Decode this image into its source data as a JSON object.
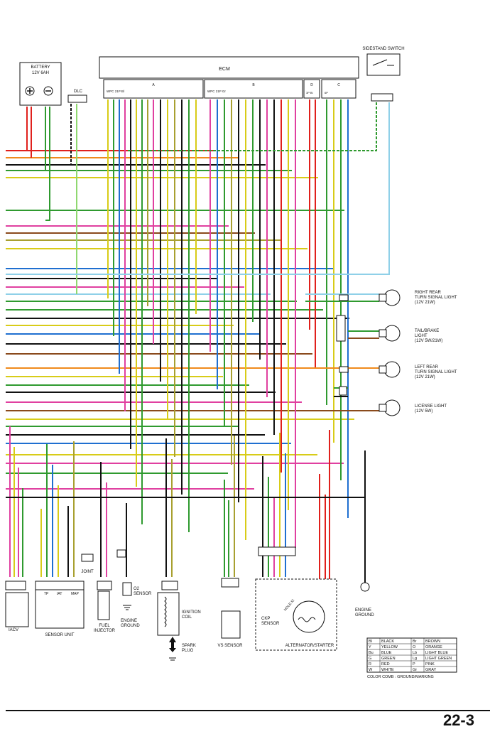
{
  "page_number": "22-3",
  "components": {
    "battery": {
      "label": "BATTERY",
      "rating": "12V 6AH"
    },
    "dlc": {
      "label": "DLC"
    },
    "ecm": {
      "label": "ECM",
      "connectors": [
        "A",
        "B",
        "D",
        "C"
      ],
      "conn_a_type": "WPC 21P Bl",
      "conn_b_type": "WPC 21P Gr",
      "conn_d_type": "3P Bl",
      "conn_c_type": "6P"
    },
    "sidestand_switch": {
      "label": "SIDESTAND SWITCH"
    },
    "right_rear_turn": {
      "line1": "RIGHT REAR",
      "line2": "TURN SIGNAL LIGHT",
      "line3": "(12V 21W)"
    },
    "tail_brake": {
      "line1": "TAIL/BRAKE",
      "line2": "LIGHT",
      "line3": "(12V 5W/21W)"
    },
    "left_rear_turn": {
      "line1": "LEFT REAR",
      "line2": "TURN SIGNAL LIGHT",
      "line3": "(12V 21W)"
    },
    "license_light": {
      "line1": "LICENSE LIGHT",
      "line2": "(12V 5W)"
    },
    "iacv": {
      "label": "IACV"
    },
    "sensor_unit": {
      "label": "SENSOR UNIT",
      "sub_labels": [
        "TP",
        "IAT",
        "MAP"
      ]
    },
    "joint": {
      "label": "JOINT"
    },
    "fuel_injector": {
      "line1": "FUEL",
      "line2": "INJECTOR"
    },
    "o2_sensor": {
      "line1": "O2",
      "line2": "SENSOR"
    },
    "engine_ground": {
      "line1": "ENGINE",
      "line2": "GROUND"
    },
    "ignition_coil": {
      "line1": "IGNITION",
      "line2": "COIL"
    },
    "spark_plug": {
      "line1": "SPARK",
      "line2": "PLUG"
    },
    "vs_sensor": {
      "label": "VS SENSOR"
    },
    "ckp_sensor": {
      "line1": "CKP",
      "line2": "SENSOR"
    },
    "hole_ic": {
      "label": "HOLE IC"
    },
    "alternator": {
      "label": "ALTERNATOR/STARTER"
    },
    "engine_ground_right": {
      "line1": "ENGINE",
      "line2": "GROUND"
    }
  },
  "legend": {
    "rows": [
      [
        "Bl",
        "BLACK",
        "Br",
        "BROWN"
      ],
      [
        "Y",
        "YELLOW",
        "O",
        "ORANGE"
      ],
      [
        "Bu",
        "BLUE",
        "Lb",
        "LIGHT BLUE"
      ],
      [
        "G",
        "GREEN",
        "Lg",
        "LIGHT GREEN"
      ],
      [
        "R",
        "RED",
        "P",
        "PINK"
      ],
      [
        "W",
        "WHITE",
        "Gr",
        "GRAY"
      ]
    ],
    "note": "COLOR COMB : GROUND/MARKING"
  },
  "colors": {
    "red": "#e0201c",
    "green": "#2f9a2f",
    "black": "#111111",
    "yellow": "#d8cc18",
    "blue": "#1f6fd0",
    "brown": "#8a4a1c",
    "orange": "#f08a1c",
    "pink": "#e040a0",
    "lightblue": "#8fd0e8",
    "lightgreen": "#8fd870",
    "gray": "#9a9a9a",
    "white": "#ffffff",
    "olive": "#a8a030"
  }
}
